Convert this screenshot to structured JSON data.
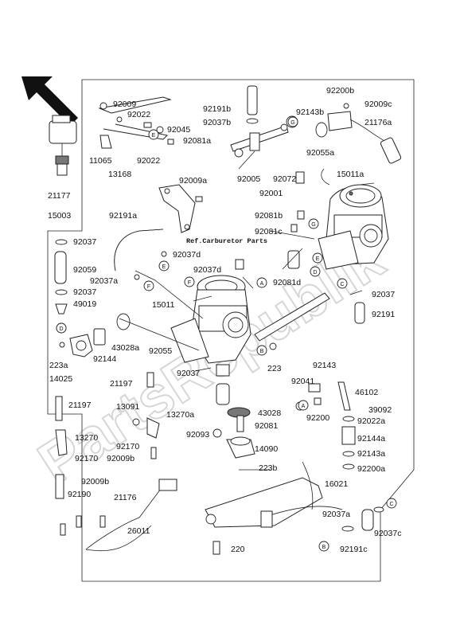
{
  "diagram": {
    "ref_note": "Ref.Carburetor Parts",
    "watermark": "PartsRepublik",
    "labels": {
      "l92009": "92009",
      "l92022": "92022",
      "l92045": "92045",
      "l92081a": "92081a",
      "l11065": "11065",
      "l92022b": "92022",
      "l13168": "13168",
      "l92191b": "92191b",
      "l92037b": "92037b",
      "l92200b": "92200b",
      "l92143b": "92143b",
      "l92009c": "92009c",
      "l21176a": "21176a",
      "l92055a": "92055a",
      "l92005": "92005",
      "l92072": "92072",
      "l15011a": "15011a",
      "l92009a": "92009a",
      "l92001": "92001",
      "l21177": "21177",
      "l15003": "15003",
      "l92191a": "92191a",
      "l92081b": "92081b",
      "l92081c": "92081c",
      "l92037": "92037",
      "l92059": "92059",
      "l92037d_1": "92037d",
      "l92037d_2": "92037d",
      "l92037a": "92037a",
      "l92081d": "92081d",
      "l92037_2": "92037",
      "l49019": "49019",
      "l15011": "15011",
      "l92037_3": "92037",
      "l92191": "92191",
      "l43028a": "43028a",
      "l92055": "92055",
      "l223a": "223a",
      "l92144": "92144",
      "l223": "223",
      "l14025": "14025",
      "l92037_4": "92037",
      "l21197": "21197",
      "l92143": "92143",
      "l92041": "92041",
      "l46102": "46102",
      "l21197b": "21197",
      "l13091": "13091",
      "l13270a": "13270a",
      "l43028": "43028",
      "l92200": "92200",
      "l39092": "39092",
      "l92022a": "92022a",
      "l92093": "92093",
      "l92081": "92081",
      "l13270": "13270",
      "l92170": "92170",
      "l92144a": "92144a",
      "l14090": "14090",
      "l92170b": "92170",
      "l92009b": "92009b",
      "l92143a": "92143a",
      "l92200a": "92200a",
      "l223b": "223b",
      "l92009b2": "92009b",
      "l16021": "16021",
      "l92190": "92190",
      "l21176": "21176",
      "l26011": "26011",
      "l92037a2": "92037a",
      "l92037c": "92037c",
      "l220": "220",
      "l92191c": "92191c"
    },
    "callouts": {
      "A": "A",
      "B": "B",
      "C": "C",
      "D": "D",
      "E": "E",
      "F": "F",
      "G": "G"
    }
  }
}
